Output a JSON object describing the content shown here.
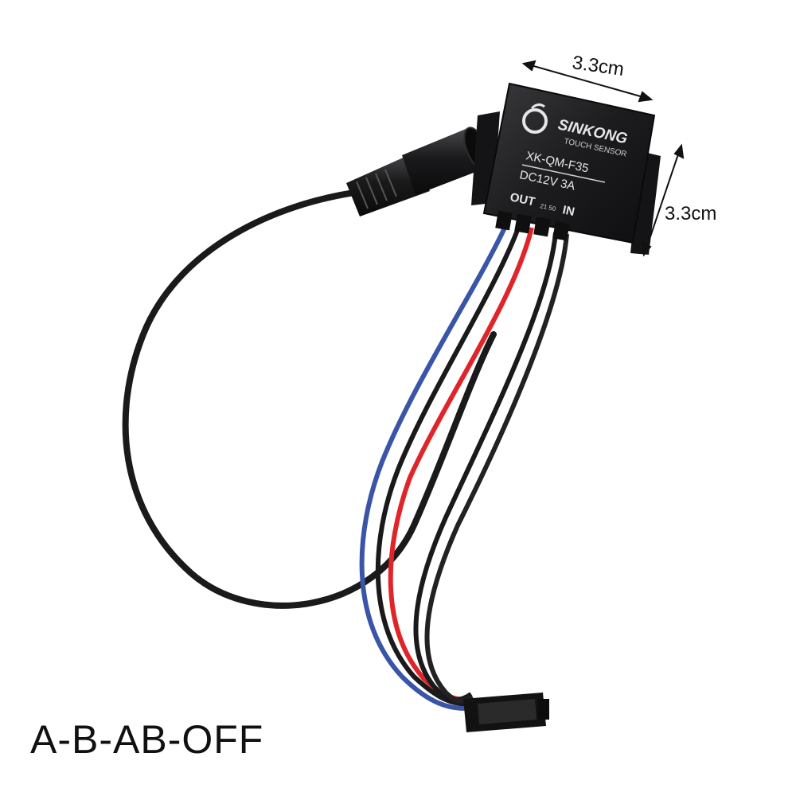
{
  "product": {
    "brand": "SINKONG",
    "subtitle": "TOUCH SENSOR",
    "model": "XK-QM-F35",
    "rating": "DC12V  3A",
    "label_out": "OUT",
    "label_in": "IN",
    "pin_numbers": "21 50"
  },
  "dimensions": {
    "width_label": "3.3cm",
    "height_label": "3.3cm"
  },
  "caption": "A-B-AB-OFF",
  "colors": {
    "module_body": "#1c1c1e",
    "wire_black": "#1a1a1a",
    "wire_red": "#e0252a",
    "wire_blue": "#3a55a8",
    "module_text": "#e6e6e6"
  }
}
